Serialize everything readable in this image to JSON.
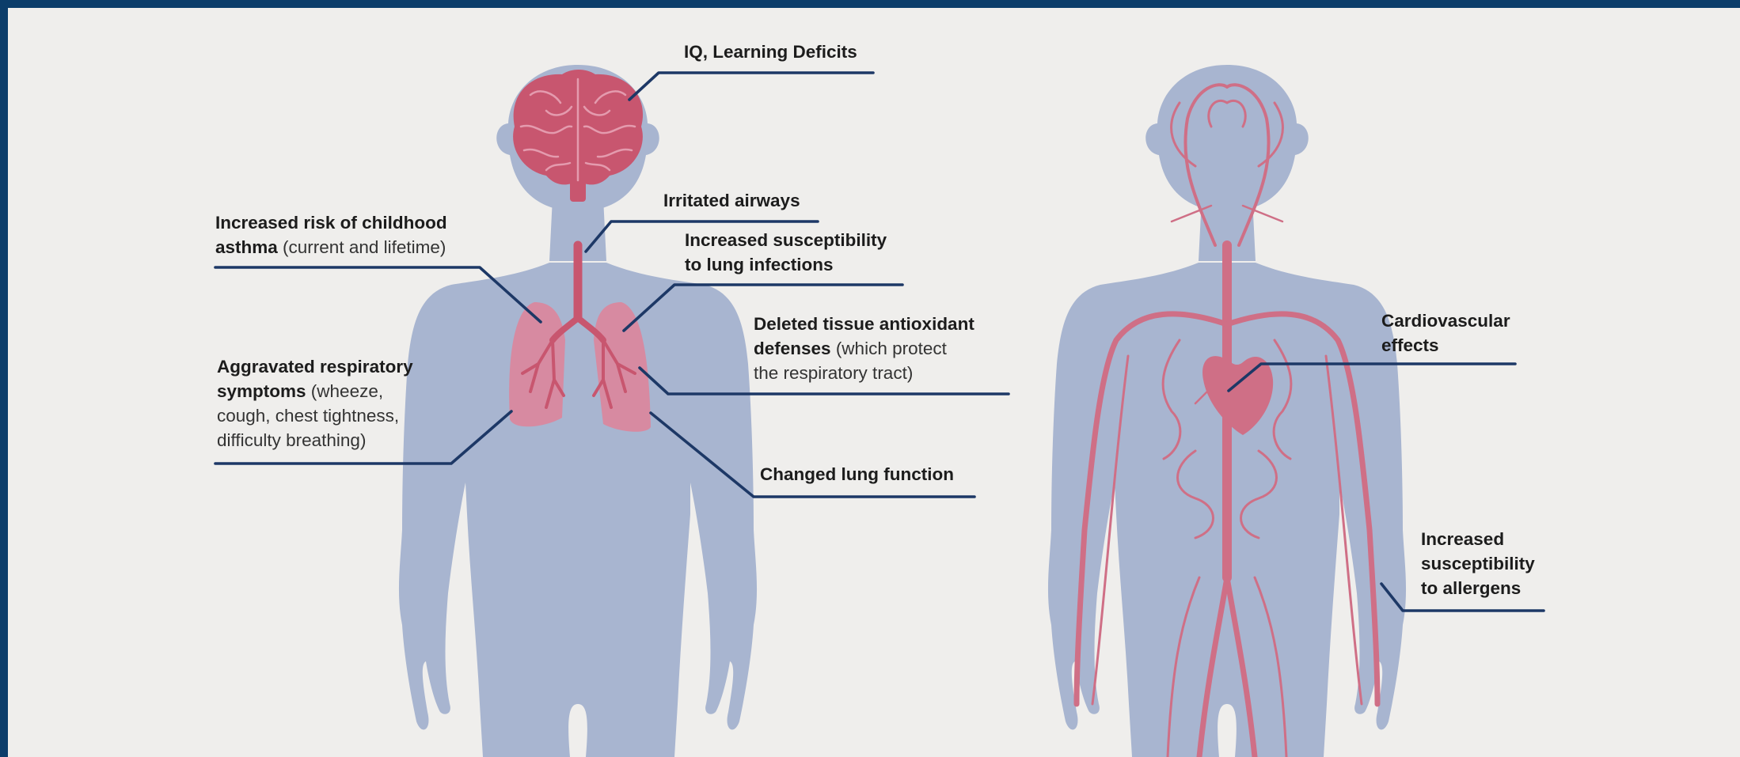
{
  "colors": {
    "frame": "#0c3d6a",
    "background": "#efeeec",
    "silhouette": "#a8b5d0",
    "organ": "#c8566f",
    "lung": "#d78aa1",
    "vessel": "#cf6f86",
    "pointer": "#1d3866"
  },
  "left_figure": {
    "labels": {
      "iq": {
        "bold": "IQ, Learning Deficits"
      },
      "airways": {
        "bold": "Irritated airways"
      },
      "asthma": {
        "bold_1": "Increased risk of childhood",
        "bold_2": "asthma",
        "normal_2": " (current and lifetime)"
      },
      "infections": {
        "bold_1": "Increased susceptibility",
        "bold_2": "to lung infections"
      },
      "antioxidant": {
        "bold_1": "Deleted tissue antioxidant",
        "bold_2": "defenses",
        "normal_2": " (which protect",
        "normal_3": "the respiratory tract)"
      },
      "respiratory": {
        "bold_1": "Aggravated respiratory",
        "bold_2": "symptoms",
        "normal_2": " (wheeze,",
        "normal_3": "cough, chest tightness,",
        "normal_4": "difficulty breathing)"
      },
      "lung_function": {
        "bold": "Changed lung function"
      }
    }
  },
  "right_figure": {
    "labels": {
      "cardio": {
        "bold_1": "Cardiovascular",
        "bold_2": "effects"
      },
      "allergens": {
        "bold_1": "Increased",
        "bold_2": "susceptibility",
        "bold_3": "to allergens"
      }
    }
  }
}
